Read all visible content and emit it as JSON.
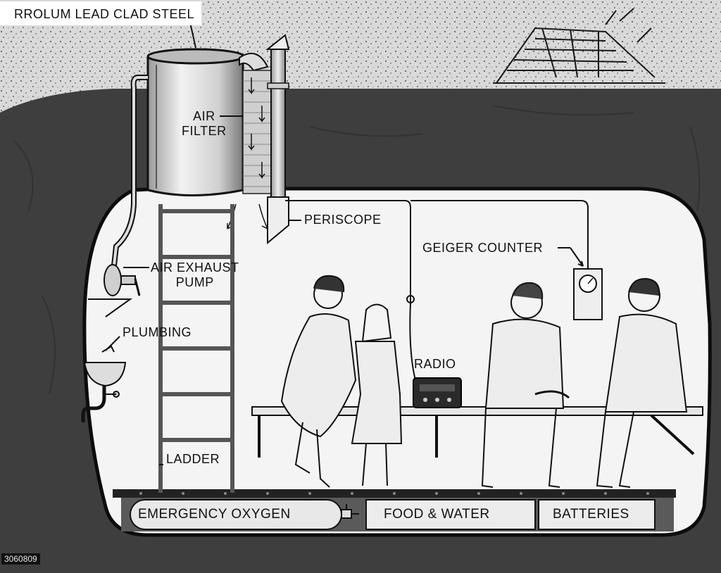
{
  "labels": {
    "top_material": "RROLUM LEAD CLAD STEEL",
    "air_filter_line1": "AIR",
    "air_filter_line2": "FILTER",
    "periscope": "PERISCOPE",
    "geiger_counter": "GEIGER COUNTER",
    "air_exhaust_line1": "AIR EXHAUST",
    "air_exhaust_line2": "PUMP",
    "plumbing": "PLUMBING",
    "radio": "RADIO",
    "ladder": "LADDER",
    "emergency_oxygen": "EMERGENCY OXYGEN",
    "food_water": "FOOD & WATER",
    "batteries": "BATTERIES"
  },
  "photo_id": "3060809",
  "colors": {
    "earth": "#3e3e3e",
    "sky_speckle": "#d4d4d4",
    "shelter_interior": "#f3f3f3",
    "ink": "#111111"
  }
}
